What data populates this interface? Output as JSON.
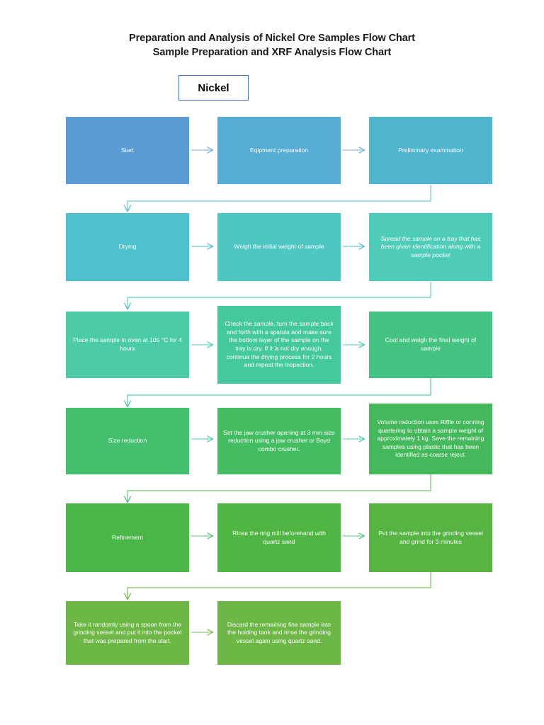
{
  "header": {
    "title_line1": "Preparation and Analysis of Nickel Ore Samples Flow Chart",
    "title_line2": "Sample Preparation and XRF Analysis Flow Chart"
  },
  "start_node": {
    "label": "Nickel",
    "border_color": "#4472C4",
    "text_color": "#000000",
    "fill": "#FFFFFF"
  },
  "chart_data": {
    "type": "diagram",
    "title": "Preparation and Analysis of Nickel Ore Samples Flow Chart",
    "orientation": "serpentine-left-to-right-by-row",
    "arrow_colors": [
      "#6FAEDB",
      "#53BBCD",
      "#4FC6C0",
      "#4FCBA8",
      "#5BC27A",
      "#79BC52"
    ],
    "rows": [
      {
        "row_index": 1,
        "nodes": [
          {
            "id": "r1c1",
            "label": "Start",
            "fill": "#5B9BD5",
            "italic": false
          },
          {
            "id": "r1c2",
            "label": "Eqipment preparation",
            "fill": "#55ACD4",
            "italic": false
          },
          {
            "id": "r1c3",
            "label": "Preliminary examination",
            "fill": "#4FB6CE",
            "italic": false
          }
        ]
      },
      {
        "row_index": 2,
        "nodes": [
          {
            "id": "r2c1",
            "label": "Drying",
            "fill": "#4FC1CC",
            "italic": false
          },
          {
            "id": "r2c2",
            "label": "Weigh the initial weight of sample",
            "fill": "#4EC6C4",
            "italic": false
          },
          {
            "id": "r2c3",
            "label": "Spread the sample on a tray that has been given identification along with a sample pocket",
            "fill": "#4ECCB8",
            "italic": true
          }
        ]
      },
      {
        "row_index": 3,
        "nodes": [
          {
            "id": "r3c1",
            "label": "Place the sample in oven at 105 °C for 4 hours",
            "fill": "#4CCCA4",
            "italic": false
          },
          {
            "id": "r3c2",
            "label": "Check the sample, turn the sample back and forth with a spatula and make sure the bottom layer of the sample on the tray is dry. If it is not dry enough, continue the drying process for 2 hours and repeat the inspection.",
            "fill": "#46C99A",
            "italic": false
          },
          {
            "id": "r3c3",
            "label": "Cool and weigh the final weight of sample",
            "fill": "#44C383",
            "italic": false
          }
        ]
      },
      {
        "row_index": 4,
        "nodes": [
          {
            "id": "r4c1",
            "label": "Size reduction",
            "fill": "#44BF6E",
            "italic": false
          },
          {
            "id": "r4c2",
            "label": "Set the jaw crusher opening at 3 mm size reduction using a jaw crusher or Boyd combo crusher.",
            "fill": "#44BC62",
            "italic": false
          },
          {
            "id": "r4c3",
            "label": "Volume reduction uses Riffle or conning quartering to obtain a sample weight of approximately 1 kg. Save the remaining samples using plastic that has been identified as coarse reject.",
            "fill": "#45B85C",
            "italic": false
          }
        ]
      },
      {
        "row_index": 5,
        "nodes": [
          {
            "id": "r5c1",
            "label": "Refinement",
            "fill": "#4BB648",
            "italic": false
          },
          {
            "id": "r5c2",
            "label": "Rinse the ring mill beforehand with quartz sand",
            "fill": "#4FB543",
            "italic": false
          },
          {
            "id": "r5c3",
            "label": "Put the sample into the grinding vessel and grind for 3 minutes",
            "fill": "#55B442",
            "italic": false
          }
        ]
      },
      {
        "row_index": 6,
        "nodes": [
          {
            "id": "r6c1",
            "label": "Take it randomly using a spoon from the grinding vessel and put it into the pocket that was prepared from the start.",
            "fill": "#6CB745",
            "italic": false
          },
          {
            "id": "r6c2",
            "label": "Discard the remaining fine sample into the holding tank and rinse the grinding vessel again using quartz sand.",
            "fill": "#6CB745",
            "italic": false
          }
        ]
      }
    ]
  }
}
